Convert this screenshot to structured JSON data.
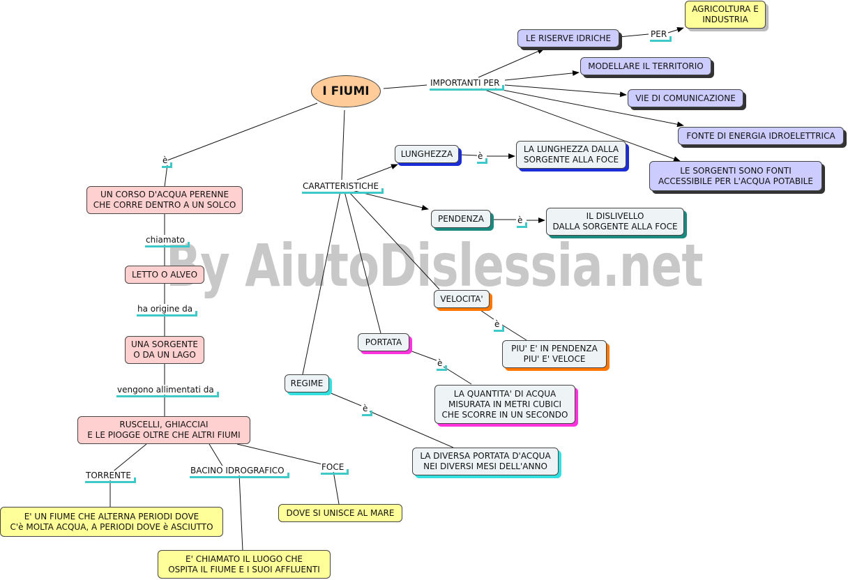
{
  "watermark": "By AiutoDislessia.net",
  "nodes": {
    "root": "I FIUMI",
    "corso": "UN CORSO D'ACQUA PERENNE\nCHE CORRE DENTRO A UN SOLCO",
    "letto": "LETTO O ALVEO",
    "sorgente": "UNA SORGENTE\nO DA UN LAGO",
    "ruscelli": "RUSCELLI, GHIACCIAI\nE LE PIOGGE OLTRE CHE ALTRI FIUMI",
    "torrente_def": "E' UN FIUME CHE ALTERNA PERIODI DOVE\nC'è MOLTA ACQUA, A PERIODI DOVE è ASCIUTTO",
    "bacino_def": "E' CHIAMATO IL LUOGO CHE\nOSPITA IL FIUME E I SUOI AFFLUENTI",
    "foce_def": "DOVE SI UNISCE AL MARE",
    "riserve": "LE RISERVE IDRICHE",
    "agricoltura": "AGRICOLTURA E\nINDUSTRIA",
    "modellare": "MODELLARE IL TERRITORIO",
    "vie": "VIE DI COMUNICAZIONE",
    "energia": "FONTE DI ENERGIA IDROELETTRICA",
    "sorgenti_fonti": "LE SORGENTI SONO FONTI\nACCESSIBILE PER L'ACQUA POTABILE",
    "lunghezza": "LUNGHEZZA",
    "lunghezza_def": "LA LUNGHEZZA DALLA\nSORGENTE ALLA FOCE",
    "pendenza": "PENDENZA",
    "pendenza_def": "IL DISLIVELLO\nDALLA SORGENTE ALLA FOCE",
    "velocita": "VELOCITA'",
    "velocita_def": "PIU' E' IN PENDENZA\nPIU' E' VELOCE",
    "portata": "PORTATA",
    "portata_def": "LA QUANTITA' DI ACQUA\nMISURATA IN METRI CUBICI\nCHE SCORRE IN UN SECONDO",
    "regime": "REGIME",
    "regime_def": "LA DIVERSA PORTATA D'ACQUA\nNEI DIVERSI MESI DELL'ANNO"
  },
  "links": {
    "e_root": "è",
    "chiamato": "chiamato",
    "origine": "ha origine da",
    "alimentati": "vengono allimentati da",
    "torrente": "TORRENTE",
    "bacino": "BACINO IDROGRAFICO",
    "foce": "FOCE",
    "importanti": "IMPORTANTI PER",
    "per": "PER",
    "caratteristiche": "CARATTERISTICHE",
    "e_lunghezza": "è",
    "e_pendenza": "è",
    "e_velocita": "è",
    "e_portata": "è",
    "e_regime": "è"
  },
  "colors": {
    "pink": "#ffd0d0",
    "yellow": "#ffff99",
    "lavender": "#ccccff",
    "ice": "#eef4f6",
    "root": "#ffcc99",
    "link_underline": "#3fc8c8"
  }
}
